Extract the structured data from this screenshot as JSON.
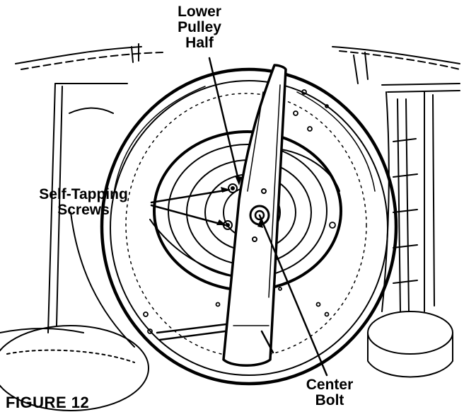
{
  "figure": {
    "caption": "FIGURE 12",
    "labels": {
      "lower_pulley_half": [
        "Lower",
        "Pulley",
        "Half"
      ],
      "self_tapping_screws": [
        "Self-Tapping",
        "Screws"
      ],
      "center_bolt": [
        "Center",
        "Bolt"
      ]
    }
  },
  "colors": {
    "ink": "#000000",
    "paper": "#ffffff"
  }
}
